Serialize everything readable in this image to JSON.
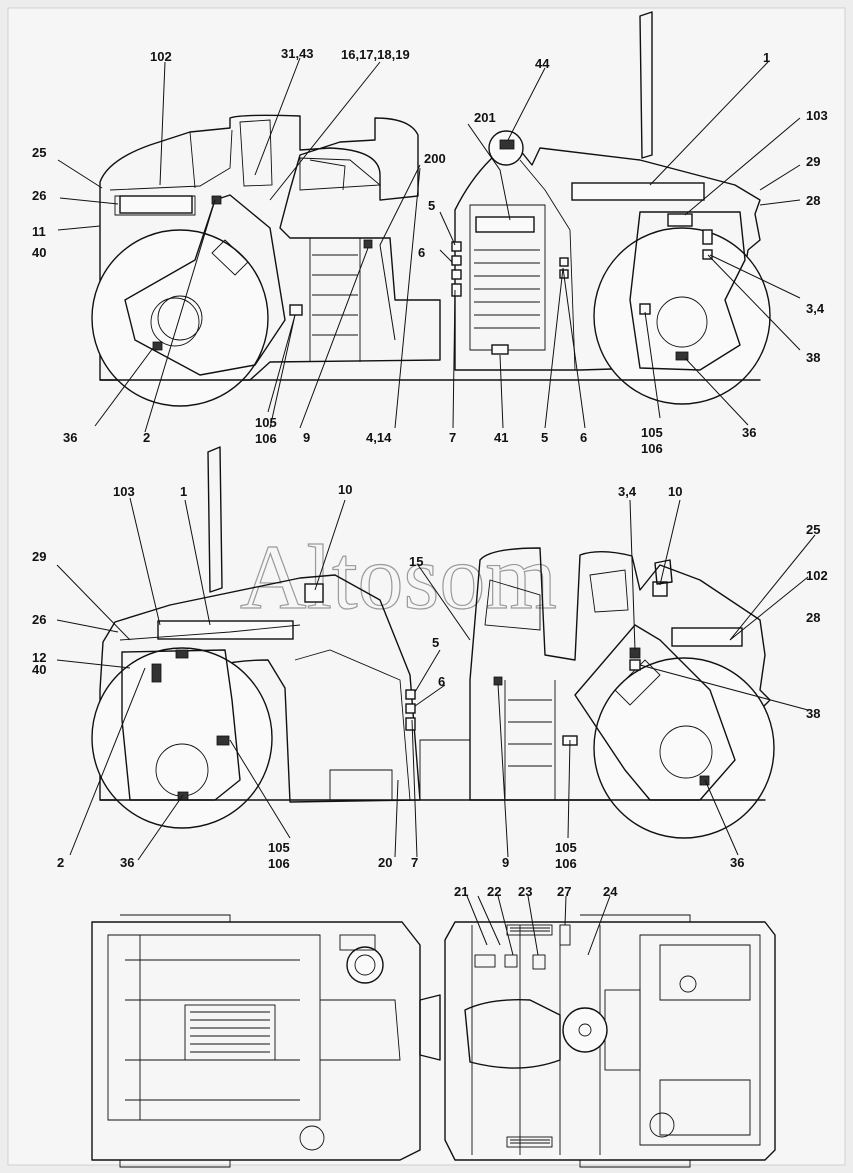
{
  "watermark": "Altosom",
  "top_view": {
    "labels": [
      "102",
      "31,43",
      "16,17,18,19",
      "44",
      "1",
      "103",
      "25",
      "26",
      "11",
      "40",
      "201",
      "200",
      "5",
      "6",
      "29",
      "28",
      "3,4",
      "38",
      "36",
      "2",
      "105",
      "106",
      "9",
      "4,14",
      "7",
      "41",
      "5",
      "6",
      "105",
      "106",
      "36"
    ]
  },
  "middle_view": {
    "labels": [
      "103",
      "1",
      "10",
      "3,4",
      "10",
      "25",
      "102",
      "29",
      "26",
      "12",
      "40",
      "15",
      "5",
      "6",
      "28",
      "38",
      "2",
      "36",
      "105",
      "106",
      "20",
      "7",
      "9",
      "105",
      "106",
      "36"
    ]
  },
  "bottom_view": {
    "labels": [
      "21",
      "22",
      "23",
      "27",
      "24"
    ]
  }
}
